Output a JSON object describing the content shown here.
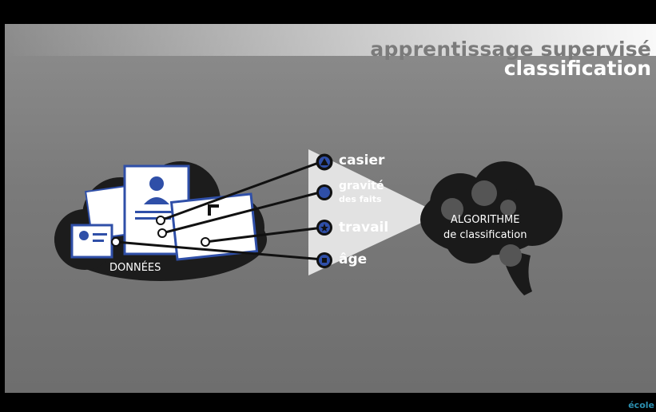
{
  "slide": {
    "title_line1": "apprentissage supervisé",
    "title_line2": "classification"
  },
  "data_cloud_label": "DONNÉES",
  "features": [
    {
      "label": "casier",
      "sub": "",
      "icon": "triangle-icon"
    },
    {
      "label": "gravité",
      "sub": "des faits",
      "icon": "circle-icon"
    },
    {
      "label": "travail",
      "sub": "",
      "icon": "star-icon"
    },
    {
      "label": "âge",
      "sub": "",
      "icon": "square-icon"
    }
  ],
  "brain": {
    "line1": "ALGORITHME",
    "line2": "de classification"
  },
  "brand": "école",
  "colors": {
    "accent_blue": "#2f4fa8",
    "cloud_dark": "#1c1c1c",
    "funnel": "#e6e6e6"
  }
}
